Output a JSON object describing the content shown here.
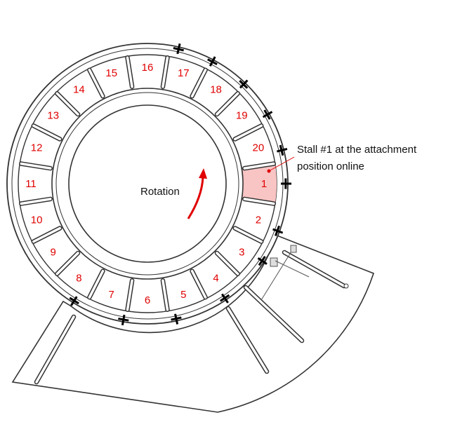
{
  "diagram": {
    "stall_numbers": [
      "1",
      "2",
      "3",
      "4",
      "5",
      "6",
      "7",
      "8",
      "9",
      "10",
      "11",
      "12",
      "13",
      "14",
      "15",
      "16",
      "17",
      "18",
      "19",
      "20"
    ],
    "rotation_label": "Rotation",
    "annotation_line1": "Stall #1 at the attachment",
    "annotation_line2": "position online"
  },
  "colors": {
    "stall_number": "#e00000",
    "highlight_fill": "#f8c4c4",
    "arrow": "#e00000",
    "line": "#333333"
  }
}
